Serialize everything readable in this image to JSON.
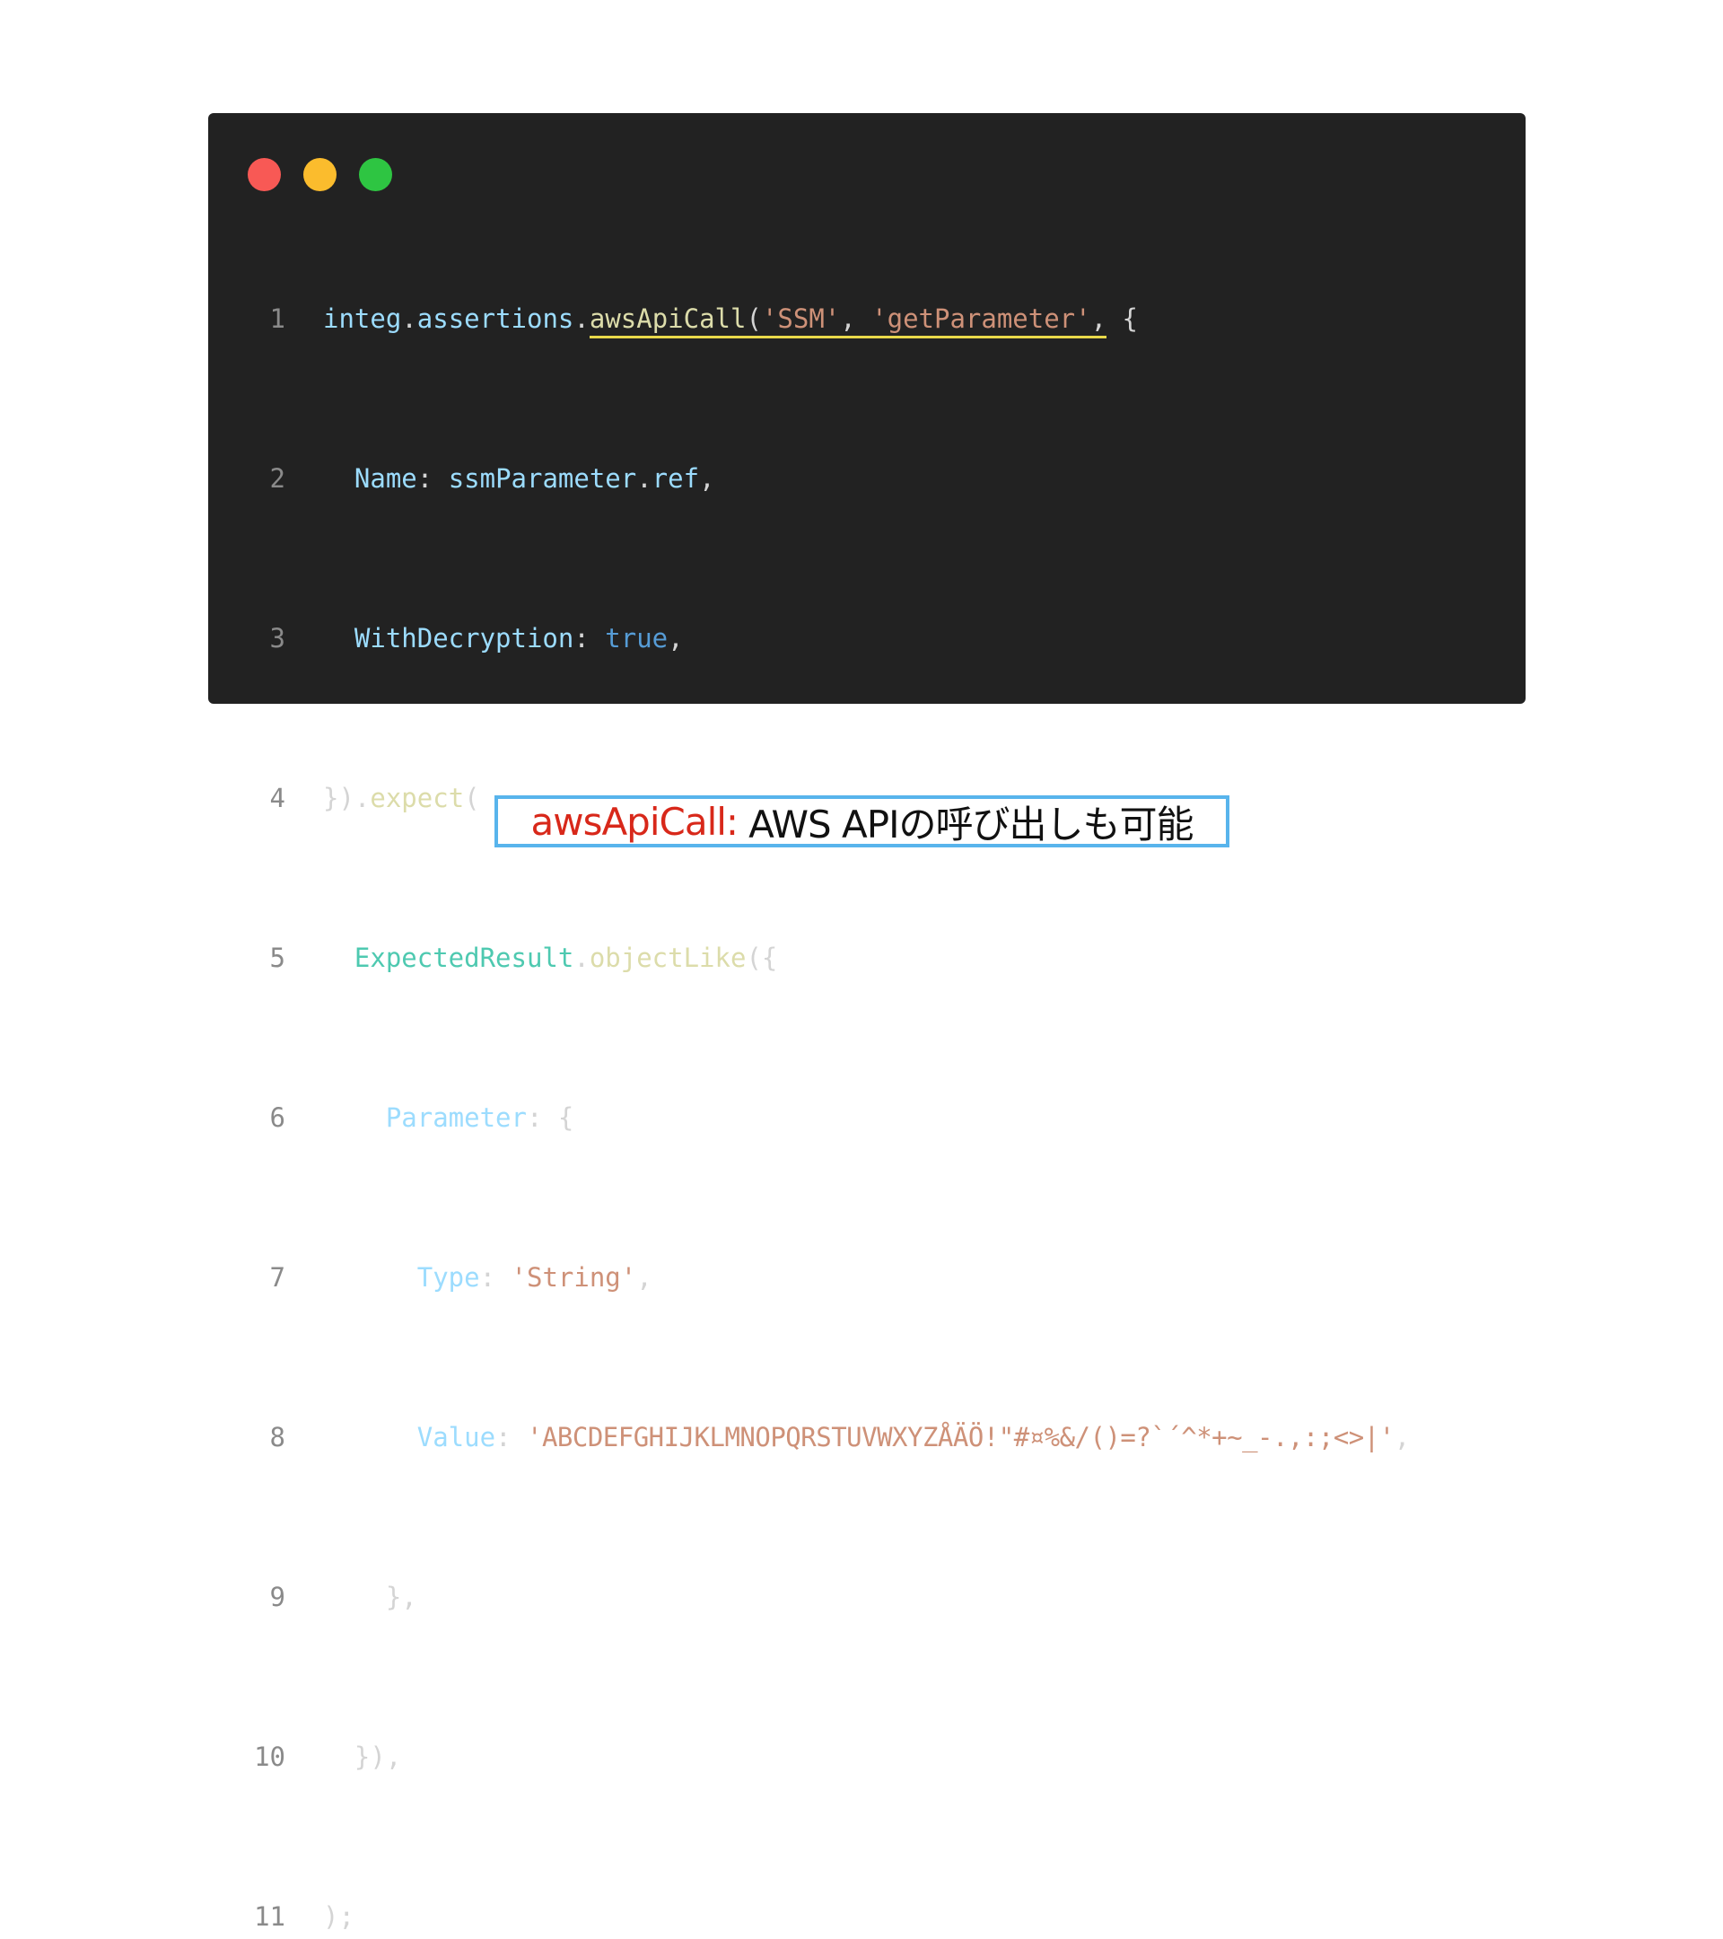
{
  "window": {
    "controls": [
      "close",
      "minimize",
      "maximize"
    ]
  },
  "code": {
    "lines": [
      {
        "num": "1",
        "tokens": [
          "integ",
          ".",
          "assertions",
          ".",
          "awsApiCall",
          "(",
          "'SSM'",
          ", ",
          "'getParameter'",
          ",",
          " {"
        ]
      },
      {
        "num": "2",
        "tokens": [
          "  ",
          "Name",
          ": ",
          "ssmParameter",
          ".",
          "ref",
          ","
        ]
      },
      {
        "num": "3",
        "tokens": [
          "  ",
          "WithDecryption",
          ": ",
          "true",
          ","
        ]
      },
      {
        "num": "4",
        "tokens": [
          "})",
          ".",
          "expect",
          "("
        ]
      },
      {
        "num": "5",
        "tokens": [
          "  ",
          "ExpectedResult",
          ".",
          "objectLike",
          "({"
        ]
      },
      {
        "num": "6",
        "tokens": [
          "    ",
          "Parameter",
          ": ",
          "{"
        ]
      },
      {
        "num": "7",
        "tokens": [
          "      ",
          "Type",
          ": ",
          "'String'",
          ","
        ]
      },
      {
        "num": "8",
        "tokens": [
          "      ",
          "Value",
          ": ",
          "'ABCDEFGHIJKLMNOPQRSTUVWXYZÅÄÖ!\"#¤%&/()=?`´^*+~_-.,:;<>|'",
          ","
        ]
      },
      {
        "num": "9",
        "tokens": [
          "    ",
          "},"
        ]
      },
      {
        "num": "10",
        "tokens": [
          "  ",
          "}),"
        ]
      },
      {
        "num": "11",
        "tokens": [
          ");"
        ]
      }
    ]
  },
  "caption": {
    "keyword": "awsApiCall:",
    "text": "AWS APIの呼び出しも可能"
  },
  "colors": {
    "background": "#ffffff",
    "editor_bg": "#222222",
    "highlight_underline": "#e8d84a",
    "caption_border": "#58b4ec",
    "caption_keyword": "#d8281a"
  }
}
